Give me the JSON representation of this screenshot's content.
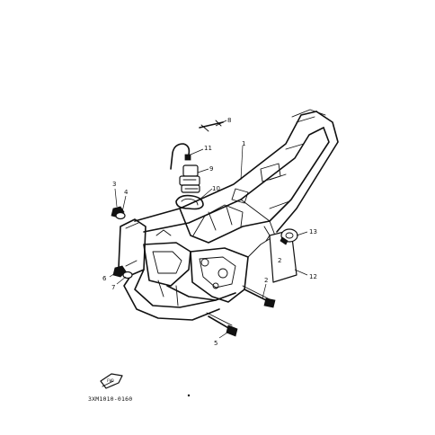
{
  "diagram_code": "3XM1010-0160",
  "fwd_label": "FWD",
  "callouts": [
    "1",
    "2",
    "3",
    "4",
    "5",
    "6",
    "7",
    "8",
    "9",
    "10",
    "11",
    "12",
    "13"
  ]
}
